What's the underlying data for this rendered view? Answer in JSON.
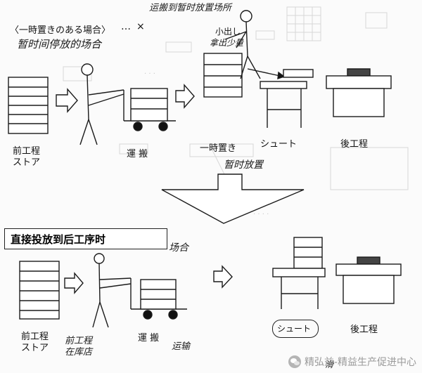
{
  "top": {
    "case_heading": "〈一時置きのある場合〉",
    "case_heading_note": "暂时间停放的场合",
    "top_edge_note": "运搬到暂时放置场所",
    "pickup_note": "小出し",
    "pickup_note_2": "拿出少量",
    "labels": {
      "store": "前工程\nストア",
      "transport": "運 搬",
      "temp": "一時置き",
      "chute": "シュート",
      "next": "後工程"
    },
    "arrow_note": "暂时放置"
  },
  "bottom": {
    "box_note": "直接投放到后工序时",
    "case_note": "场合",
    "labels": {
      "store": "前工程\nストア",
      "transport": "運 搬",
      "chute": "シュート",
      "next": "後工程"
    },
    "store_note": "前工程\n在库店",
    "transport_note": "运输",
    "chute_bottom_note": "滑"
  },
  "watermark": {
    "icon": "wechat-icon",
    "text": "精弘益-精益生产促进中心"
  },
  "colors": {
    "ink": "#111111",
    "box_fill": "#ffffff",
    "dark_block": "#444444"
  }
}
